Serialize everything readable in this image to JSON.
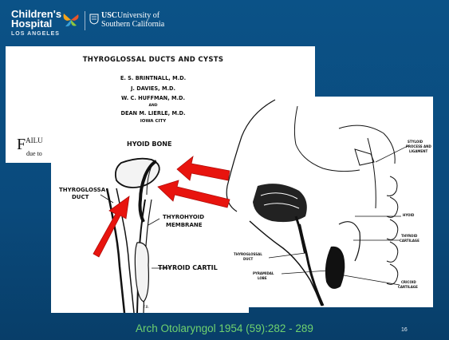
{
  "header": {
    "chla_line1": "Children's",
    "chla_line2": "Hospital",
    "chla_line3": "LOS ANGELES",
    "usc_line1_bold": "USC",
    "usc_line1_rest": "University of",
    "usc_line2": "Southern California"
  },
  "paper": {
    "title": "THYROGLOSSAL DUCTS AND CYSTS",
    "authors": [
      "E. S. BRINTNALL, M.D.",
      "J. DAVIES, M.D.",
      "W. C. HUFFMAN, M.D."
    ],
    "and": "AND",
    "last_author": "DEAN M. LIERLE, M.D.",
    "city": "IOWA CITY",
    "failure_big": "F",
    "failure_rest": "AILU",
    "failure_due": "due to"
  },
  "left_figure": {
    "labels": {
      "hyoid_bone": "HYOID BONE",
      "thyroglossal": "THYROGLOSSA",
      "duct": "DUCT",
      "thyrohyoid": "THYROHYOID",
      "membrane": "MEMBRANE",
      "thyroid_cartil": "THYROID CARTIL",
      "initials": "F.B."
    }
  },
  "right_figure": {
    "labels": {
      "styloid_1": "STYLOID",
      "styloid_2": "PROCESS AND",
      "styloid_3": "LIGAMENT",
      "hyoid": "HYOID",
      "thyroid_1": "THYROID",
      "thyroid_2": "CARTILAGE",
      "thyroglossal_1": "THYROGLOSSAL",
      "thyroglossal_2": "DUCT",
      "pyramidal_1": "PYRAMIDAL",
      "pyramidal_2": "LOBE",
      "cricoid_1": "CRICOID",
      "cricoid_2": "CARTILAGE"
    }
  },
  "caption": "Arch Otolaryngol 1954 (59):282 - 289",
  "page_number": "16",
  "colors": {
    "background": "#0a4a7c",
    "caption": "#6fd26f",
    "arrow": "#e8140e"
  }
}
